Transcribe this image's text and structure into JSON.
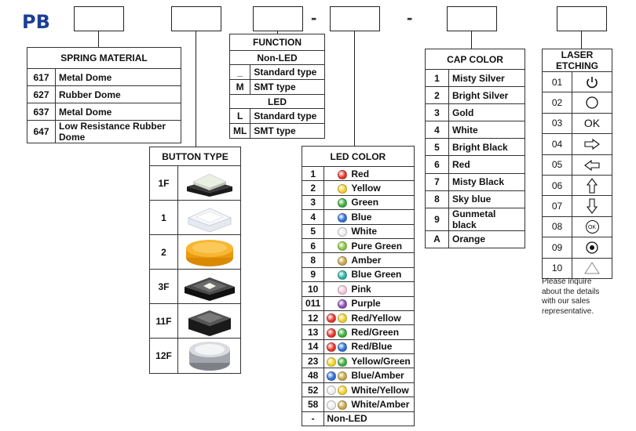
{
  "prefix": "PB",
  "separators": [
    "-",
    "-"
  ],
  "spring_material": {
    "title": "SPRING MATERIAL",
    "rows": [
      {
        "code": "617",
        "label": "Metal Dome"
      },
      {
        "code": "627",
        "label": "Rubber Dome"
      },
      {
        "code": "637",
        "label": "Metal Dome"
      },
      {
        "code": "647",
        "label": "Low Resistance Rubber Dome"
      }
    ]
  },
  "function": {
    "title": "FUNCTION",
    "sections": [
      {
        "heading": "Non-LED",
        "rows": [
          {
            "code": "_",
            "label": "Standard type"
          },
          {
            "code": "M",
            "label": "SMT type"
          }
        ]
      },
      {
        "heading": "LED",
        "rows": [
          {
            "code": "L",
            "label": "Standard type"
          },
          {
            "code": "ML",
            "label": "SMT type"
          }
        ]
      }
    ]
  },
  "button_type": {
    "title": "BUTTON TYPE",
    "rows": [
      {
        "code": "1F",
        "image": "black-square-button-white-cap"
      },
      {
        "code": "1",
        "image": "clear-square-button"
      },
      {
        "code": "2",
        "image": "amber-round-button"
      },
      {
        "code": "3F",
        "image": "black-square-button-white-led"
      },
      {
        "code": "11F",
        "image": "black-square-button-gray-cap"
      },
      {
        "code": "12F",
        "image": "gray-round-button"
      }
    ]
  },
  "led_color": {
    "title": "LED COLOR",
    "rows": [
      {
        "code": "1",
        "label": "Red",
        "colors": [
          "#e5352b"
        ]
      },
      {
        "code": "2",
        "label": "Yellow",
        "colors": [
          "#f4d12a"
        ]
      },
      {
        "code": "3",
        "label": "Green",
        "colors": [
          "#3cae3c"
        ]
      },
      {
        "code": "4",
        "label": "Blue",
        "colors": [
          "#2f6fd4"
        ]
      },
      {
        "code": "5",
        "label": "White",
        "colors": [
          "#eeeeee"
        ]
      },
      {
        "code": "6",
        "label": "Pure Green",
        "colors": [
          "#8cc63f"
        ]
      },
      {
        "code": "8",
        "label": "Amber",
        "colors": [
          "#c9a648"
        ]
      },
      {
        "code": "9",
        "label": "Blue Green",
        "colors": [
          "#2bb3a5"
        ]
      },
      {
        "code": "10",
        "label": "Pink",
        "colors": [
          "#f6c6dc"
        ]
      },
      {
        "code": "011",
        "label": "Purple",
        "colors": [
          "#8e4bb5"
        ]
      },
      {
        "code": "12",
        "label": "Red/Yellow",
        "colors": [
          "#e5352b",
          "#f4d12a"
        ]
      },
      {
        "code": "13",
        "label": "Red/Green",
        "colors": [
          "#e5352b",
          "#3cae3c"
        ]
      },
      {
        "code": "14",
        "label": "Red/Blue",
        "colors": [
          "#e5352b",
          "#2f6fd4"
        ]
      },
      {
        "code": "23",
        "label": "Yellow/Green",
        "colors": [
          "#f4d12a",
          "#3cae3c"
        ]
      },
      {
        "code": "48",
        "label": "Blue/Amber",
        "colors": [
          "#2f6fd4",
          "#c9a648"
        ]
      },
      {
        "code": "52",
        "label": "White/Yellow",
        "colors": [
          "#eeeeee",
          "#f4d12a"
        ]
      },
      {
        "code": "58",
        "label": "White/Amber",
        "colors": [
          "#eeeeee",
          "#c9a648"
        ]
      },
      {
        "code": "-",
        "label": "Non-LED",
        "colors": []
      }
    ]
  },
  "cap_color": {
    "title": "CAP COLOR",
    "rows": [
      {
        "code": "1",
        "label": "Misty Silver"
      },
      {
        "code": "2",
        "label": "Bright Silver"
      },
      {
        "code": "3",
        "label": "Gold"
      },
      {
        "code": "4",
        "label": "White"
      },
      {
        "code": "5",
        "label": "Bright Black"
      },
      {
        "code": "6",
        "label": "Red"
      },
      {
        "code": "7",
        "label": "Misty Black"
      },
      {
        "code": "8",
        "label": "Sky blue"
      },
      {
        "code": "9",
        "label": "Gunmetal black"
      },
      {
        "code": "A",
        "label": "Orange"
      }
    ]
  },
  "laser_etching": {
    "title": "LASER ETCHING",
    "rows": [
      {
        "code": "01",
        "icon": "power-icon"
      },
      {
        "code": "02",
        "icon": "circle-icon"
      },
      {
        "code": "03",
        "icon": "ok-text",
        "text": "OK"
      },
      {
        "code": "04",
        "icon": "arrow-right-icon"
      },
      {
        "code": "05",
        "icon": "arrow-left-icon"
      },
      {
        "code": "06",
        "icon": "arrow-up-icon"
      },
      {
        "code": "07",
        "icon": "arrow-down-icon"
      },
      {
        "code": "08",
        "icon": "ok-circle-icon",
        "text": "OK"
      },
      {
        "code": "09",
        "icon": "dot-circle-icon"
      },
      {
        "code": "10",
        "icon": "triangle-icon"
      }
    ],
    "note": [
      "Please inquire",
      "about the details",
      "with our sales",
      "representative."
    ]
  }
}
